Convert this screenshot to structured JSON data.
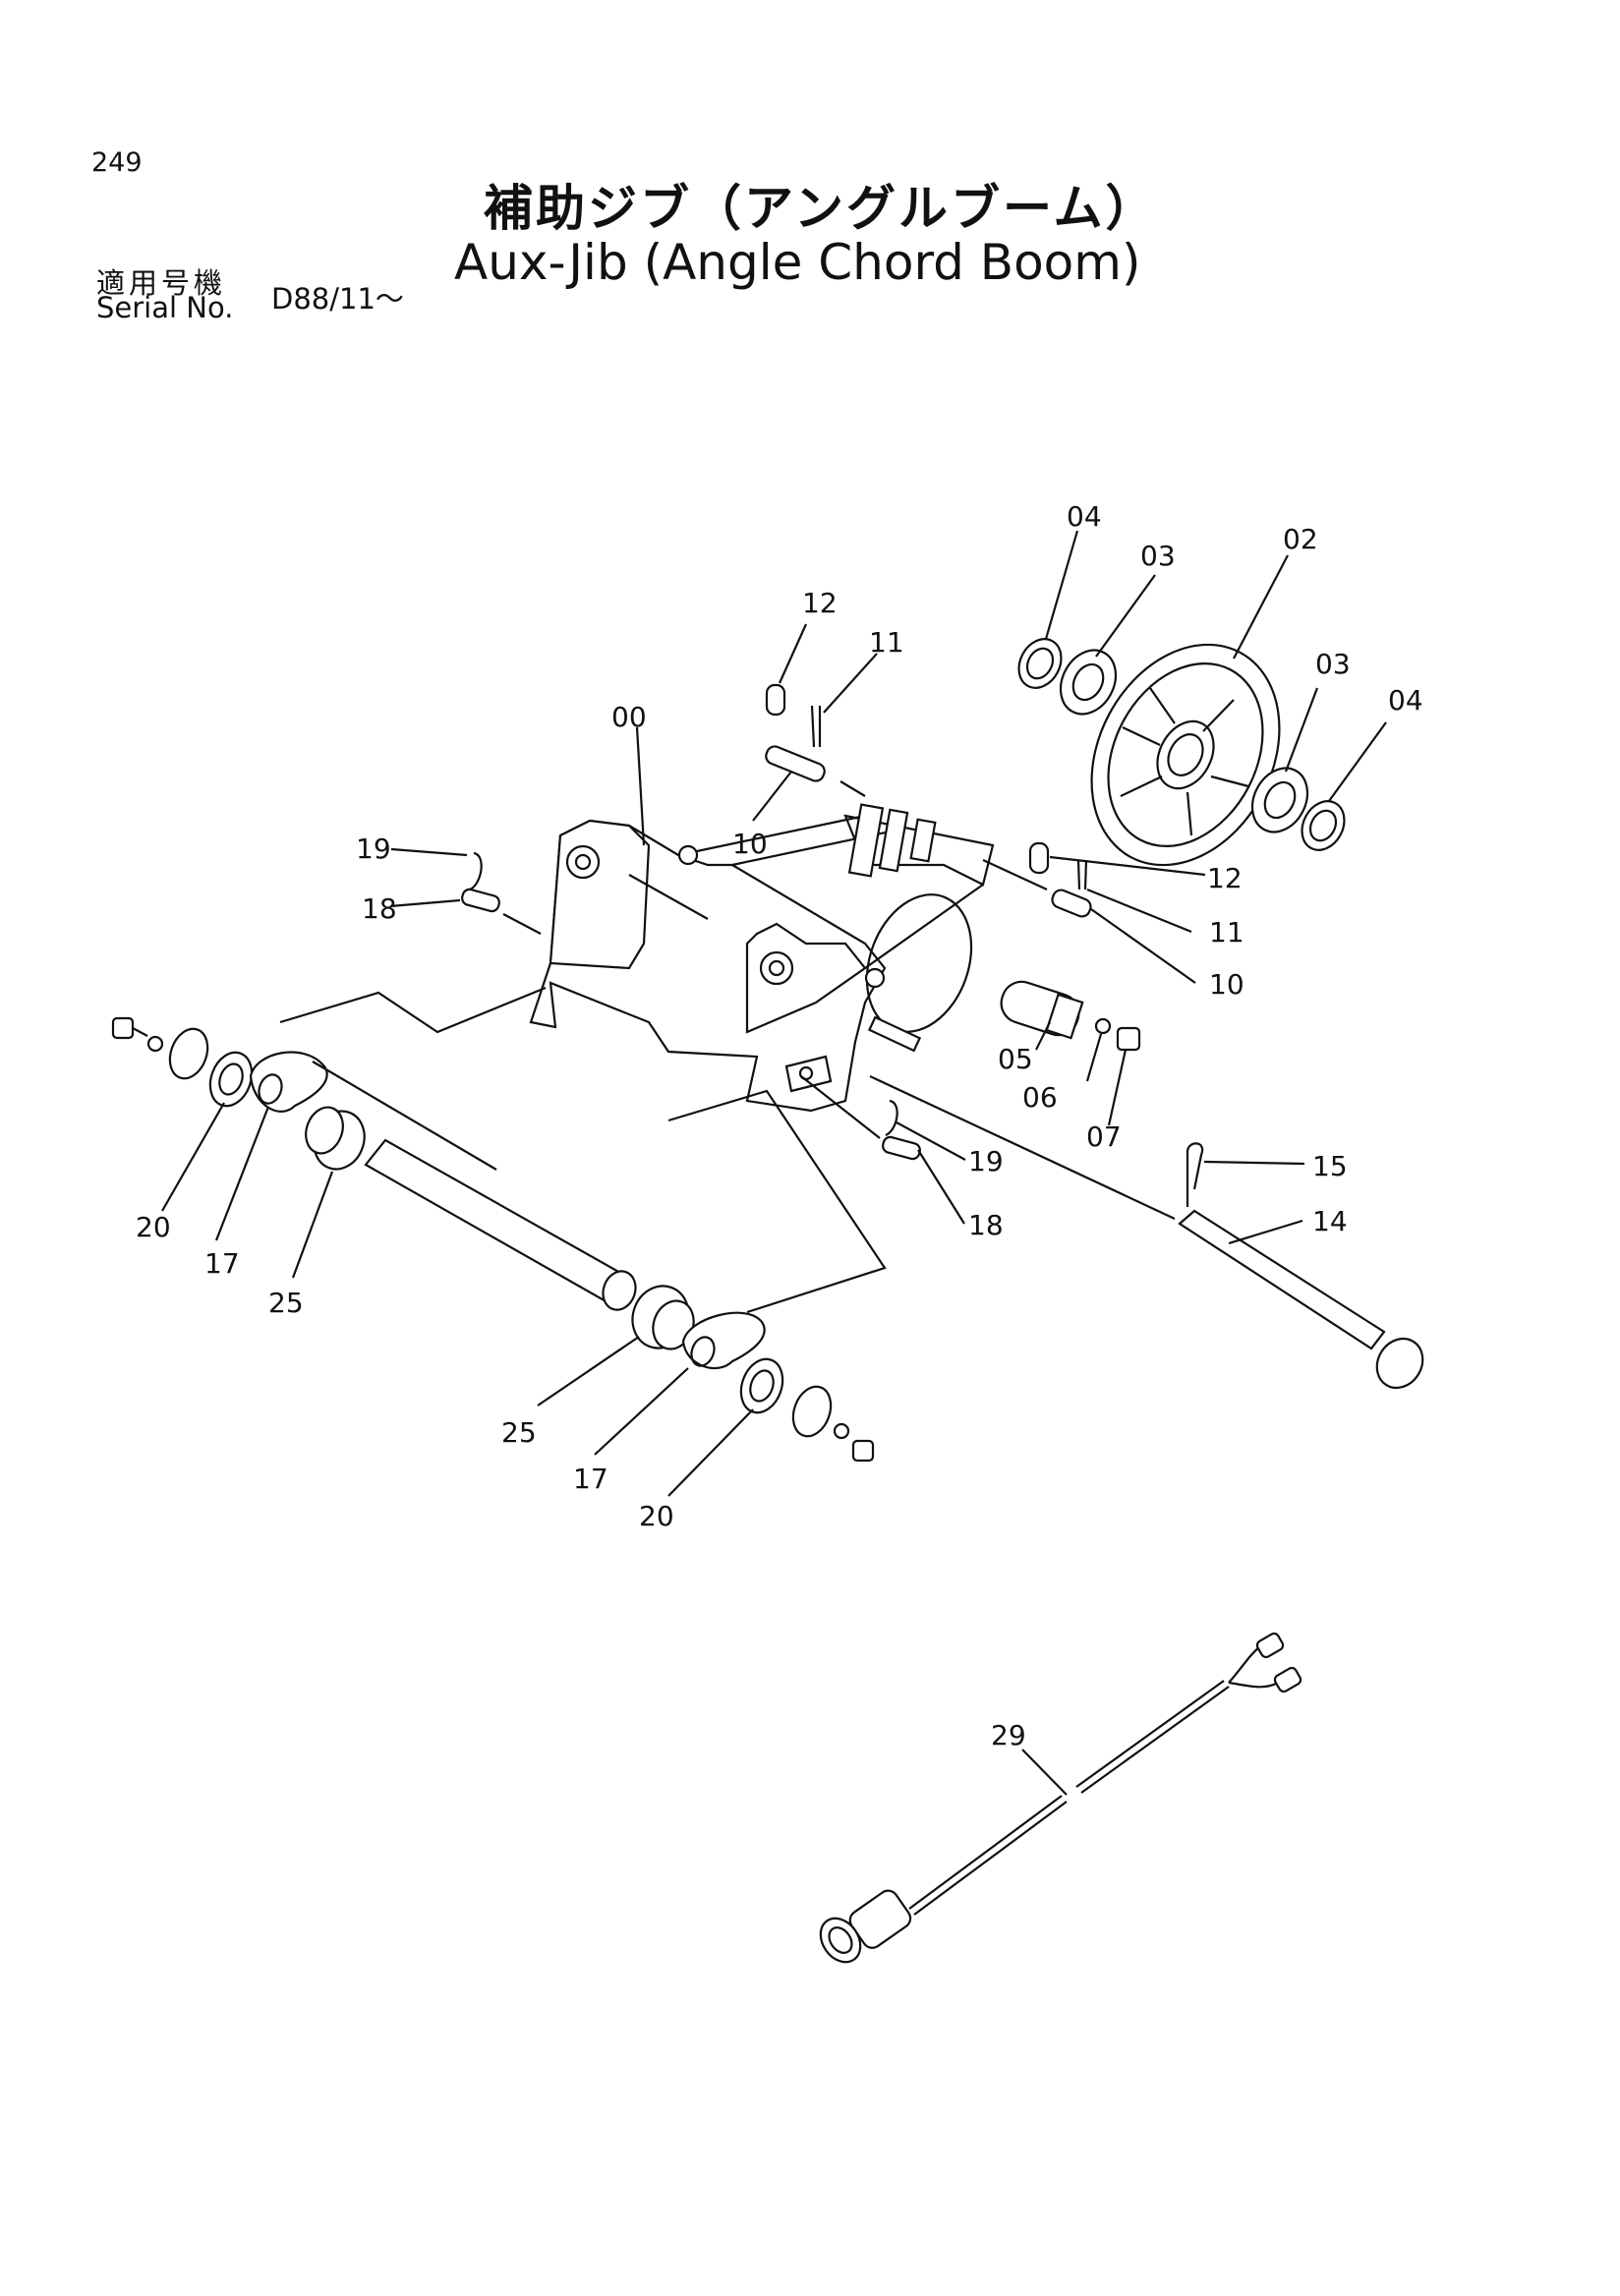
{
  "page_number": "249",
  "title_jp": "補助ジブ（アングルブーム）",
  "title_en": "Aux-Jib (Angle Chord Boom)",
  "serial": {
    "label_jp": "適用号機",
    "label_en": "Serial No.",
    "value": "D88/11～"
  },
  "part_labels": {
    "p00": "00",
    "p02": "02",
    "p03a": "03",
    "p03b": "03",
    "p04a": "04",
    "p04b": "04",
    "p05": "05",
    "p06": "06",
    "p07": "07",
    "p10a": "10",
    "p10b": "10",
    "p11a": "11",
    "p11b": "11",
    "p12a": "12",
    "p12b": "12",
    "p14": "14",
    "p15": "15",
    "p17a": "17",
    "p17b": "17",
    "p18a": "18",
    "p18b": "18",
    "p19a": "19",
    "p19b": "19",
    "p20a": "20",
    "p20b": "20",
    "p25a": "25",
    "p25b": "25",
    "p29": "29"
  }
}
